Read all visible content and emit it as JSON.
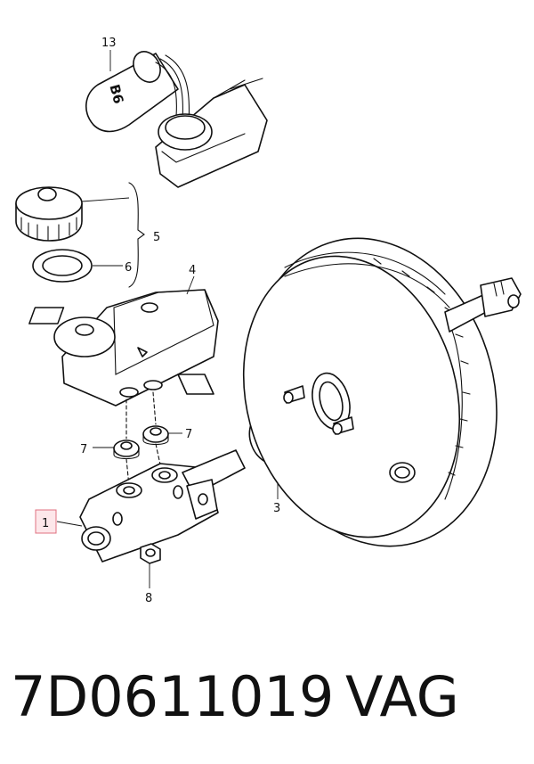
{
  "callouts": {
    "c13": "13",
    "c5": "5",
    "c6": "6",
    "c4": "4",
    "c7a": "7",
    "c7b": "7",
    "c3": "3",
    "c1": "1",
    "c8": "8"
  },
  "can_label": "B6",
  "footer": {
    "part_number": "7D0611019",
    "brand": "VAG"
  },
  "colors": {
    "highlight_box": "#e07080",
    "highlight_fill": "#fde7ea",
    "line": "#111111"
  }
}
